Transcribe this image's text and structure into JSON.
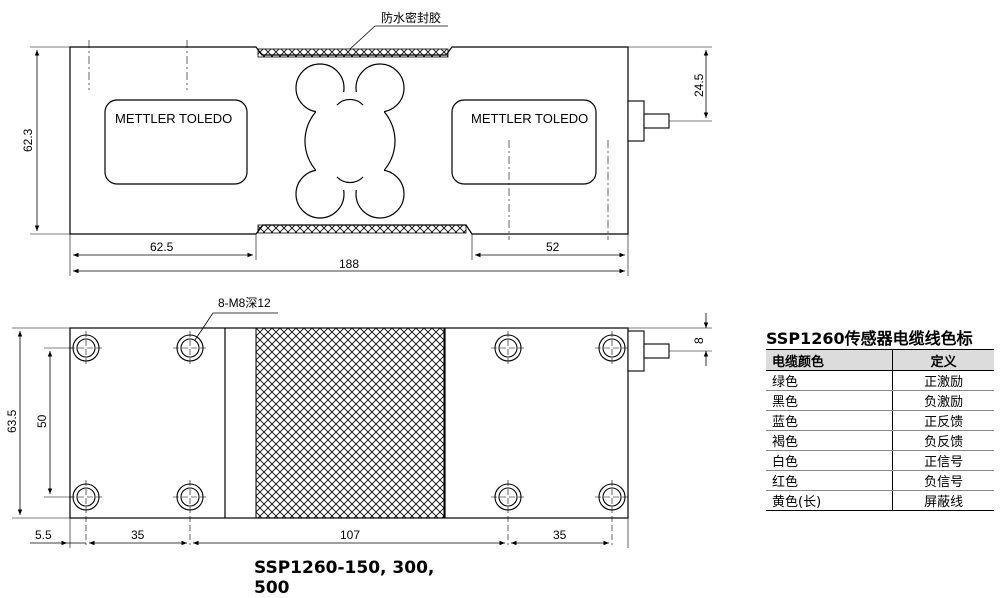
{
  "drawing": {
    "seal_label": "防水密封胶",
    "brand_left": "METTLER TOLEDO",
    "brand_right": "METTLER TOLEDO",
    "top_view_dims": {
      "height": "62.3",
      "left_segment": "62.5",
      "total_length": "188",
      "right_segment": "52",
      "connector_offset": "24.5"
    },
    "bottom_view_dims": {
      "thread_note": "8-M8深12",
      "height": "63.5",
      "hole_spacing_vertical": "50",
      "connector_offset": "8",
      "left_margin": "5.5",
      "left_pitch": "35",
      "center_span": "107",
      "right_pitch": "35"
    },
    "model_caption": "SSP1260-150, 300, 500"
  },
  "wire_table": {
    "title": "SSP1260传感器电缆线色标",
    "headers": [
      "电缆颜色",
      "定义"
    ],
    "rows": [
      [
        "绿色",
        "正激励"
      ],
      [
        "黑色",
        "负激励"
      ],
      [
        "蓝色",
        "正反馈"
      ],
      [
        "褐色",
        "负反馈"
      ],
      [
        "白色",
        "正信号"
      ],
      [
        "红色",
        "负信号"
      ],
      [
        "黄色(长)",
        "屏蔽线"
      ]
    ]
  }
}
